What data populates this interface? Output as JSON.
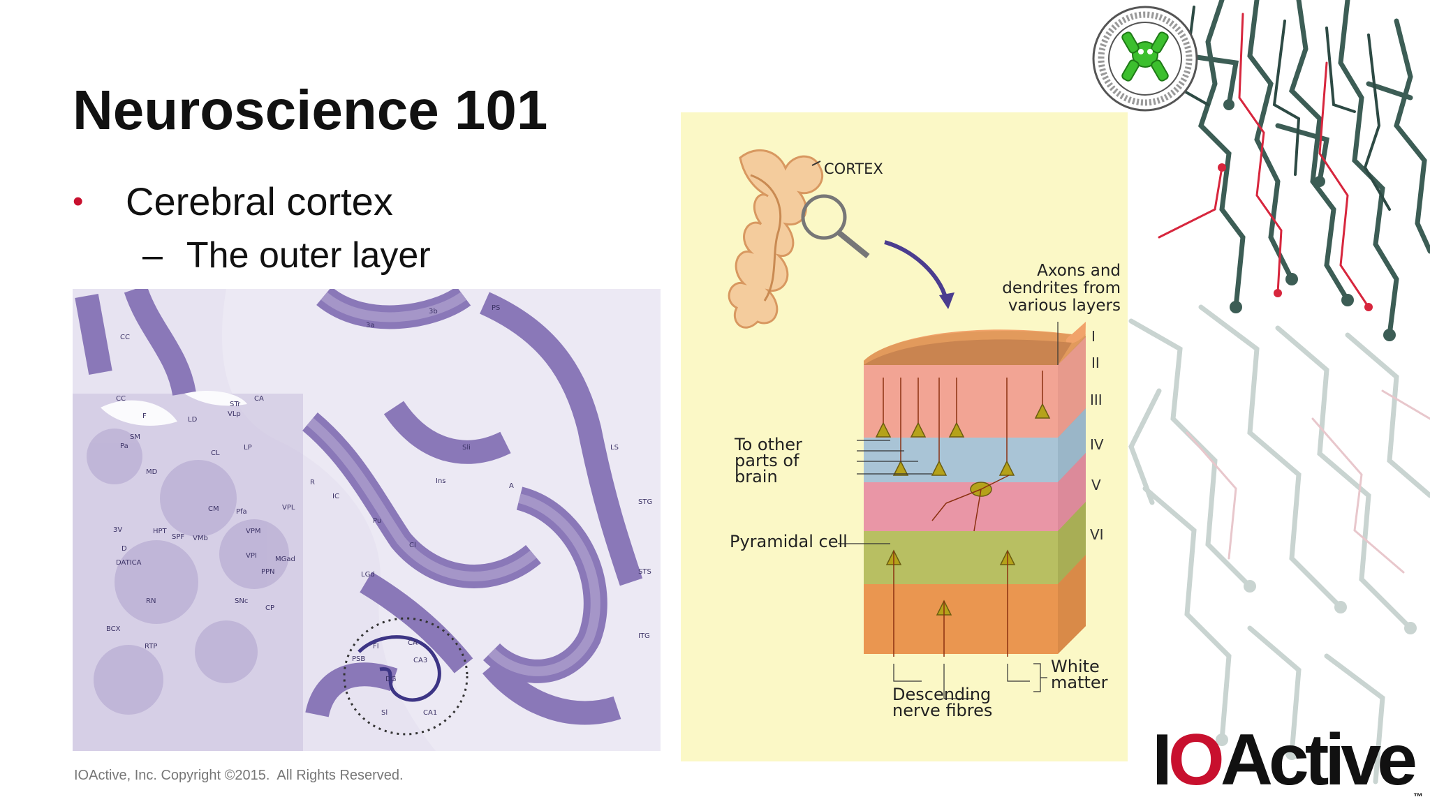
{
  "slide": {
    "title": "Neuroscience 101",
    "bullet": "Cerebral cortex",
    "sub_bullet": "The outer layer",
    "footer": "IOActive, Inc. Copyright ©2015.  All Rights Reserved."
  },
  "brand": {
    "logo_first": "I",
    "logo_o": "O",
    "logo_rest": "Active",
    "logo_tm": "™"
  },
  "diagram": {
    "cortex_label": "CORTEX",
    "axons_line1": "Axons and",
    "axons_line2": "dendrites from",
    "axons_line3": "various layers",
    "to_other_line1": "To other",
    "to_other_line2": "parts of",
    "to_other_line3": "brain",
    "pyramidal": "Pyramidal cell",
    "white_line1": "White",
    "white_line2": "matter",
    "descending_line1": "Descending",
    "descending_line2": "nerve fibres",
    "layers": [
      "I",
      "II",
      "III",
      "IV",
      "V",
      "VI"
    ]
  },
  "section": {
    "labels": [
      "CC",
      "CC",
      "CA",
      "STr",
      "VLp",
      "LD",
      "F",
      "SM",
      "Pa",
      "CL",
      "LP",
      "MD",
      "CM",
      "Pfa",
      "VPL",
      "VPM",
      "3V",
      "HPT",
      "SPF",
      "VMb",
      "VPI",
      "MGad",
      "PPN",
      "D",
      "DATICA",
      "RN",
      "SNc",
      "CP",
      "BCX",
      "RTP",
      "IC",
      "Pu",
      "Cl",
      "3a",
      "3b",
      "PS",
      "Sli",
      "Ins",
      "A",
      "LS",
      "STG",
      "STS",
      "ITG",
      "LGd",
      "Fl",
      "CA",
      "CA3",
      "PSB",
      "DG",
      "Sl",
      "CA1",
      "R"
    ]
  },
  "colors": {
    "accent_red": "#c8102e",
    "diagram_bg": "#fbf8c6",
    "tissue_purple": "#8a78b8"
  }
}
